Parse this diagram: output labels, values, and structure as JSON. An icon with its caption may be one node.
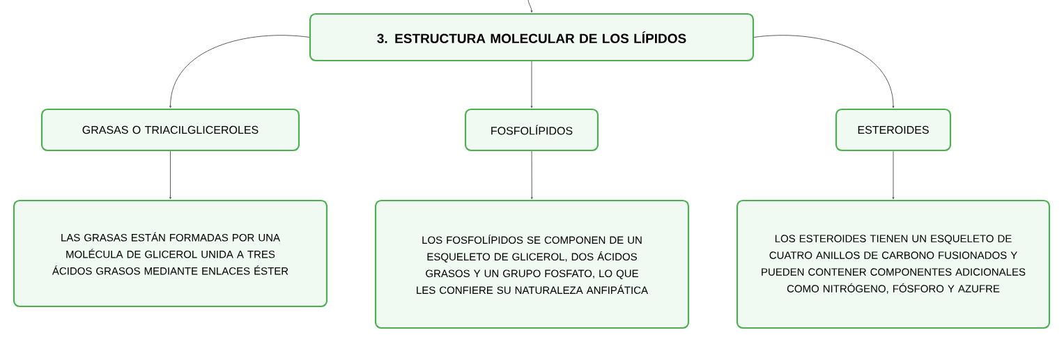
{
  "diagram": {
    "nodes": [
      {
        "text": [
          "3. ESTRUCTURA MOLECULAR DE LOS LÍPIDOS"
        ]
      },
      {
        "text": [
          "GRASAS O TRIACILGLICEROLES"
        ]
      },
      {
        "text": [
          "FOSFOLÍPIDOS"
        ]
      },
      {
        "text": [
          "ESTEROIDES"
        ]
      },
      {
        "text": [
          "LAS GRASAS ESTÁN FORMADAS POR UNA MOLÉCULA DE GLICEROL UNIDA A TRES ÁCIDOS GRASOS MEDIANTE ENLACES ÉSTER"
        ]
      },
      {
        "text": [
          "LOS FOSFOLÍPIDOS SE COMPONEN DE UN ESQUELETO DE GLICEROL, DOS ÁCIDOS GRASOS Y UN GRUPO FOSFATO, LO QUE LES CONFIERE SU NATURALEZA ANFIPÁTICA"
        ]
      },
      {
        "text": [
          "LOS ESTEROIDES TIENEN UN ESQUELETO DE CUATRO ANILLOS DE CARBONO FUSIONADOS Y PUEDEN CONTENER COMPONENTES ADICIONALES COMO NITRÓGENO, FÓSFORO Y AZUFRE"
        ]
      }
    ],
    "edges": [
      {
        "from": null,
        "to": 0,
        "arrow": "to"
      },
      {
        "from": 0,
        "to": 1,
        "arrow": "to"
      },
      {
        "from": 0,
        "to": 2,
        "arrow": "to"
      },
      {
        "from": 0,
        "to": 3,
        "arrow": "to"
      },
      {
        "from": 1,
        "to": 4,
        "arrow": "to"
      },
      {
        "from": 2,
        "to": 5,
        "arrow": "to"
      },
      {
        "from": 3,
        "to": 6,
        "arrow": "to"
      }
    ]
  }
}
